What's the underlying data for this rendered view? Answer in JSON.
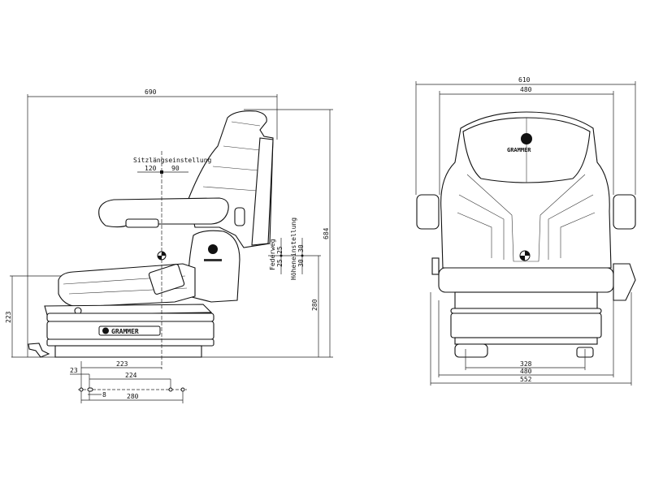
{
  "side_view": {
    "overall_length": "690",
    "overall_height": "684",
    "left_height": "223",
    "right_height": "280",
    "seat_adjust_label": "Sitzlängseinstellung",
    "seat_adjust_back": "120",
    "seat_adjust_fwd": "90",
    "suspension_label": "Federweg",
    "suspension_up": "25",
    "suspension_down": "25",
    "height_adjust_label": "Höheneinstellung",
    "height_adjust_up": "30",
    "height_adjust_down": "30",
    "base_offset": "223",
    "hole_offset": "23",
    "hole_pitch": "224",
    "slot_width": "8",
    "hole_span": "280",
    "brand": "GRAMMER"
  },
  "front_view": {
    "overall_width": "610",
    "backrest_width": "480",
    "base_inner": "328",
    "base_width": "480",
    "base_outer": "552",
    "brand": "GRAMMER"
  }
}
